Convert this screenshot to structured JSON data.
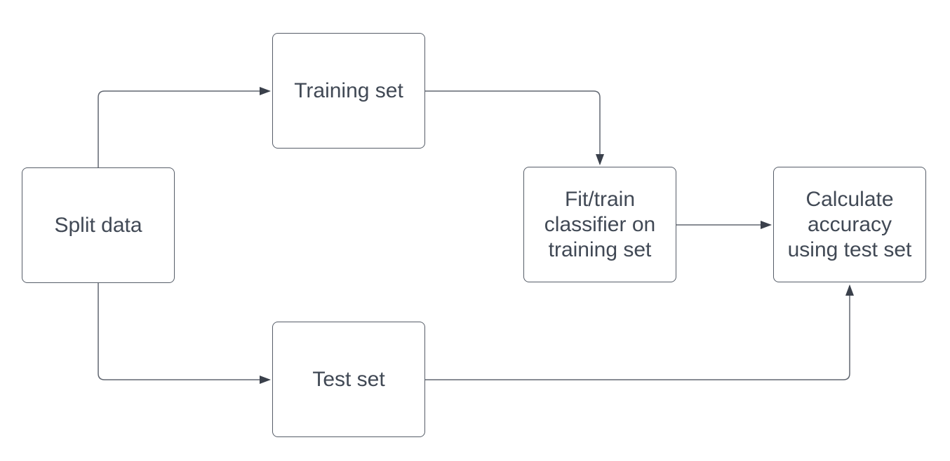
{
  "diagram": {
    "type": "flowchart",
    "background_color": "#ffffff",
    "node_fill_color": "#ffffff",
    "node_border_color": "#565d68",
    "connector_color": "#606670",
    "arrowhead_color": "#3a404b",
    "text_color": "#414955",
    "nodes": [
      {
        "id": "split-data",
        "label": "Split data"
      },
      {
        "id": "training-set",
        "label": "Training set"
      },
      {
        "id": "test-set",
        "label": "Test set"
      },
      {
        "id": "fit-train-classifier",
        "label": "Fit/train classifier on training set"
      },
      {
        "id": "calculate-accuracy",
        "label": "Calculate accuracy using test set"
      }
    ],
    "edges": [
      {
        "from": "split-data",
        "to": "training-set"
      },
      {
        "from": "split-data",
        "to": "test-set"
      },
      {
        "from": "training-set",
        "to": "fit-train-classifier"
      },
      {
        "from": "fit-train-classifier",
        "to": "calculate-accuracy"
      },
      {
        "from": "test-set",
        "to": "calculate-accuracy"
      }
    ]
  }
}
